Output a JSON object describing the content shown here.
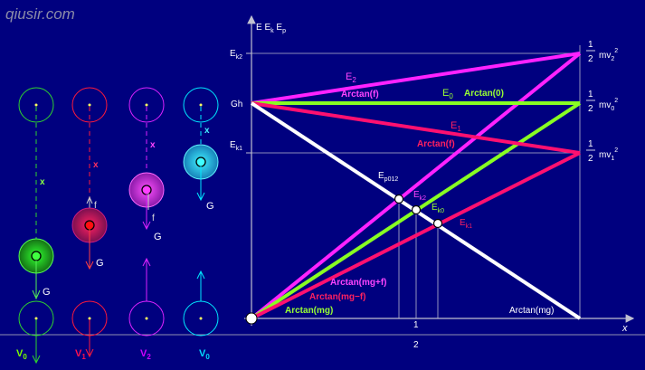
{
  "watermark": "qiusir.com",
  "axis": {
    "y_title": [
      "E",
      "E",
      "k",
      "E",
      "p"
    ],
    "x_label": "x",
    "x_tick_1": "1",
    "x_tick_2": "2"
  },
  "y_levels": {
    "ek2": [
      "E",
      "k2"
    ],
    "gh": "Gh",
    "ek1": [
      "E",
      "k1"
    ]
  },
  "right_labels": {
    "half": "1",
    "den": "2",
    "mv2": [
      "mv",
      "2",
      "2"
    ],
    "mv0": [
      "mv",
      "0",
      "2"
    ],
    "mv1": [
      "mv",
      "1",
      "2"
    ]
  },
  "line_labels": {
    "E2": [
      "E",
      "2"
    ],
    "arctan_f_top": "Arctan(f)",
    "E0": [
      "E",
      "0"
    ],
    "arctan_0": "Arctan(0)",
    "E1": [
      "E",
      "1"
    ],
    "arctan_f_mid": "Arctan(f)",
    "Ep012": [
      "E",
      "p012"
    ],
    "Ek2": [
      "E",
      "k2"
    ],
    "Ek0": [
      "E",
      "k0"
    ],
    "Ek1": [
      "E",
      "k1"
    ],
    "arctan_mgf_plus": "Arctan(mg+f)",
    "arctan_mgf_minus": "Arctan(mg−f)",
    "arctan_mg": "Arctan(mg)",
    "arctan_mg_right": "Arctan(mg)"
  },
  "balls": {
    "x_label": "x",
    "f_label": "f",
    "g_label": "G",
    "bottom": [
      {
        "main": "V",
        "sub": "0",
        "color": "#7cff00"
      },
      {
        "main": "V",
        "sub": "1",
        "color": "#ff1050"
      },
      {
        "main": "V",
        "sub": "2",
        "color": "#d000ff"
      },
      {
        "main": "V",
        "sub": "0",
        "color": "#00dcff"
      }
    ]
  },
  "colors": {
    "background": "#00007f",
    "magenta": "#ff22ff",
    "green": "#88ff22",
    "red": "#ff1070",
    "white": "#ffffff",
    "ball_green": "#2fd22f",
    "ball_red": "#ff1a3a",
    "ball_purple": "#dd22ff",
    "ball_cyan": "#00e8ff"
  }
}
